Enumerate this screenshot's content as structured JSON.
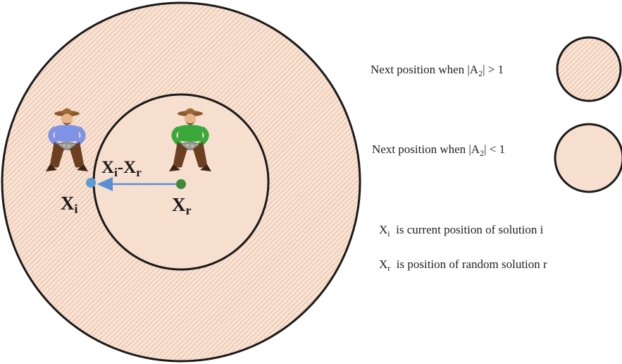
{
  "diagram": {
    "vector_label": "X",
    "vector_label_sub_i": "i",
    "vector_label_minus": "-X",
    "vector_label_sub_r": "r",
    "point_i": {
      "base": "X",
      "sub": "i"
    },
    "point_r": {
      "base": "X",
      "sub": "r"
    }
  },
  "legend": {
    "item1": {
      "prefix": "Next position when |A",
      "sub": "2",
      "suffix": "| > 1"
    },
    "item2": {
      "prefix": "Next position when |A",
      "sub": "2",
      "suffix": "| < 1"
    }
  },
  "notes": {
    "note1": {
      "base": "X",
      "sub": "i",
      "text": "  is current position of solution i"
    },
    "note2": {
      "base": "X",
      "sub": "r",
      "text": "  is position of random solution r"
    }
  },
  "colors": {
    "fill": "#f9e3d4",
    "hatch": "#c87f55",
    "outline": "#1a1a1a",
    "arrow": "#5a8fd6",
    "point_i": "#5b9bd5",
    "point_r": "#3f8a3a",
    "shirt_i": "#7f93e6",
    "shirt_r": "#3aa83a"
  },
  "icons": [
    "farmer-blue-icon",
    "farmer-green-icon"
  ]
}
